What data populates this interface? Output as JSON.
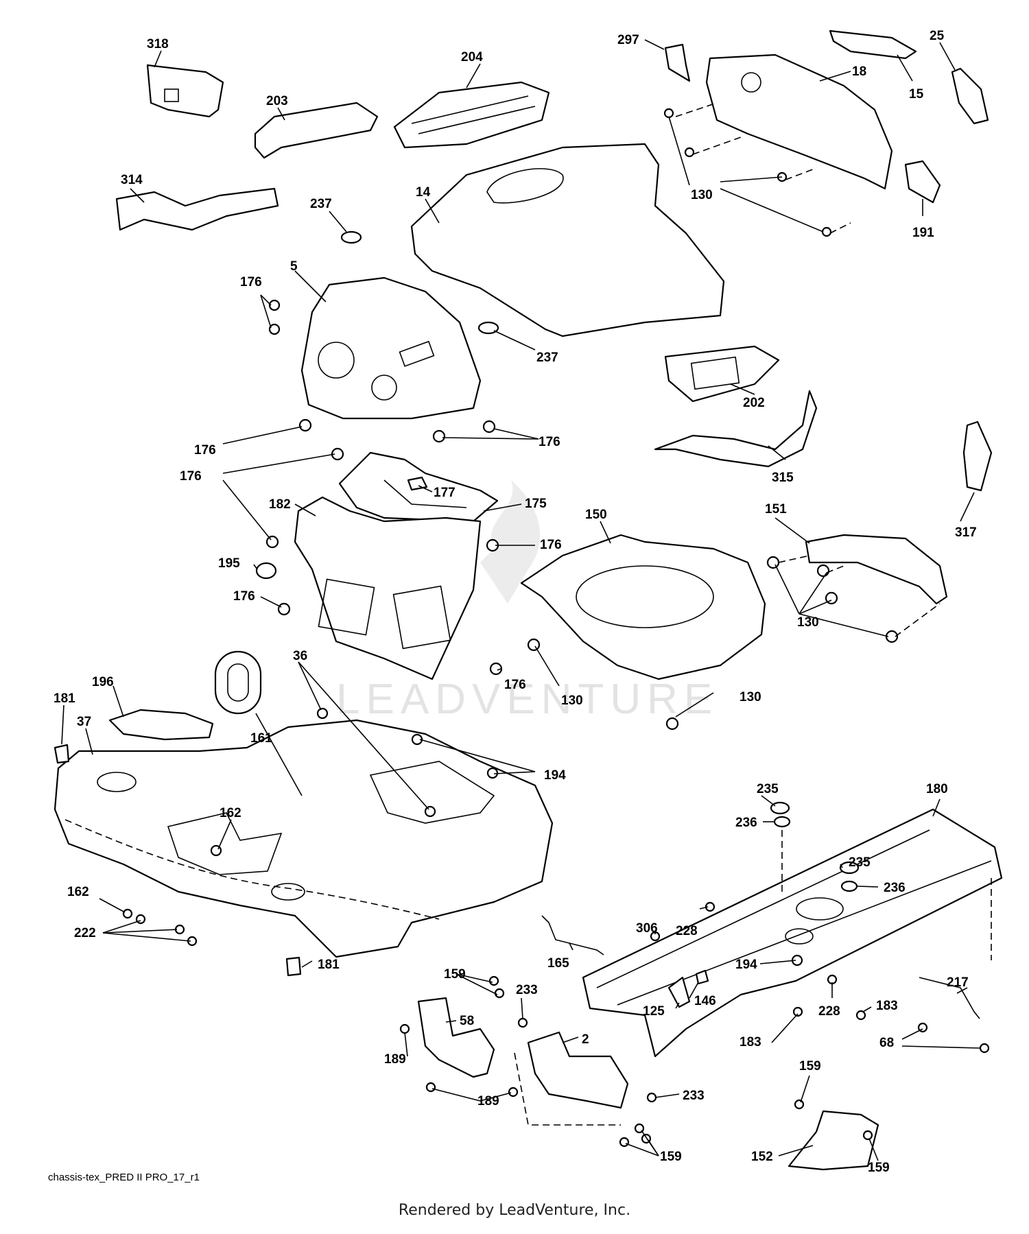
{
  "watermark": "LEADVENTURE",
  "diagram_code": "chassis-tex_PRED II PRO_17_r1",
  "rendered_by": "Rendered by LeadVenture, Inc.",
  "callouts": {
    "c318": "318",
    "c203": "203",
    "c204": "204",
    "c297": "297",
    "c25": "25",
    "c18": "18",
    "c15": "15",
    "c314": "314",
    "c237a": "237",
    "c14": "14",
    "c130a": "130",
    "c191": "191",
    "c5": "5",
    "c176a": "176",
    "c237b": "237",
    "c202": "202",
    "c176b": "176",
    "c176c": "176",
    "c315": "315",
    "c176d": "176",
    "c177": "177",
    "c175": "175",
    "c182": "182",
    "c150": "150",
    "c151": "151",
    "c317": "317",
    "c195": "195",
    "c176e": "176",
    "c176f": "176",
    "c130b": "130",
    "c176g": "176",
    "c130c": "130",
    "c130d": "130",
    "c181a": "181",
    "c196": "196",
    "c37": "37",
    "c36": "36",
    "c161": "161",
    "c194a": "194",
    "c162a": "162",
    "c162b": "162",
    "c222": "222",
    "c181b": "181",
    "c235a": "235",
    "c180": "180",
    "c236a": "236",
    "c235b": "235",
    "c236b": "236",
    "c306": "306",
    "c228a": "228",
    "c165": "165",
    "c194b": "194",
    "c159a": "159",
    "c233a": "233",
    "c58": "58",
    "c146": "146",
    "c125": "125",
    "c228b": "228",
    "c183a": "183",
    "c217": "217",
    "c189a": "189",
    "c2": "2",
    "c183b": "183",
    "c68": "68",
    "c189b": "189",
    "c233b": "233",
    "c159b": "159",
    "c159c": "159",
    "c152": "152",
    "c159d": "159"
  }
}
